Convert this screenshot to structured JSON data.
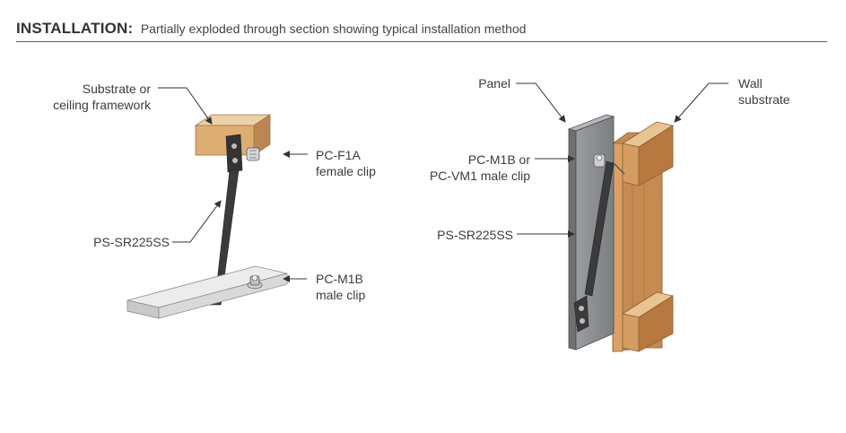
{
  "header": {
    "title": "INSTALLATION:",
    "subtitle": "Partially exploded through section showing typical installation method"
  },
  "left_figure": {
    "substrate_label": [
      "Substrate or",
      "ceiling framework"
    ],
    "female_clip_label": [
      "PC-F1A",
      "female clip"
    ],
    "strap_label": "PS-SR225SS",
    "male_clip_label": [
      "PC-M1B",
      "male clip"
    ]
  },
  "right_figure": {
    "panel_label": "Panel",
    "wall_label": [
      "Wall",
      "substrate"
    ],
    "clip_label": [
      "PC-M1B or",
      "PC-VM1 male clip"
    ],
    "strap_label": "PS-SR225SS"
  },
  "colors": {
    "wood_top": "#e8c89a",
    "wood_front": "#d9aa6e",
    "wood_side": "#b98350",
    "panel_grey": "#8a8d90",
    "steel_dark": "#3b3b3b",
    "leader": "#333333"
  }
}
